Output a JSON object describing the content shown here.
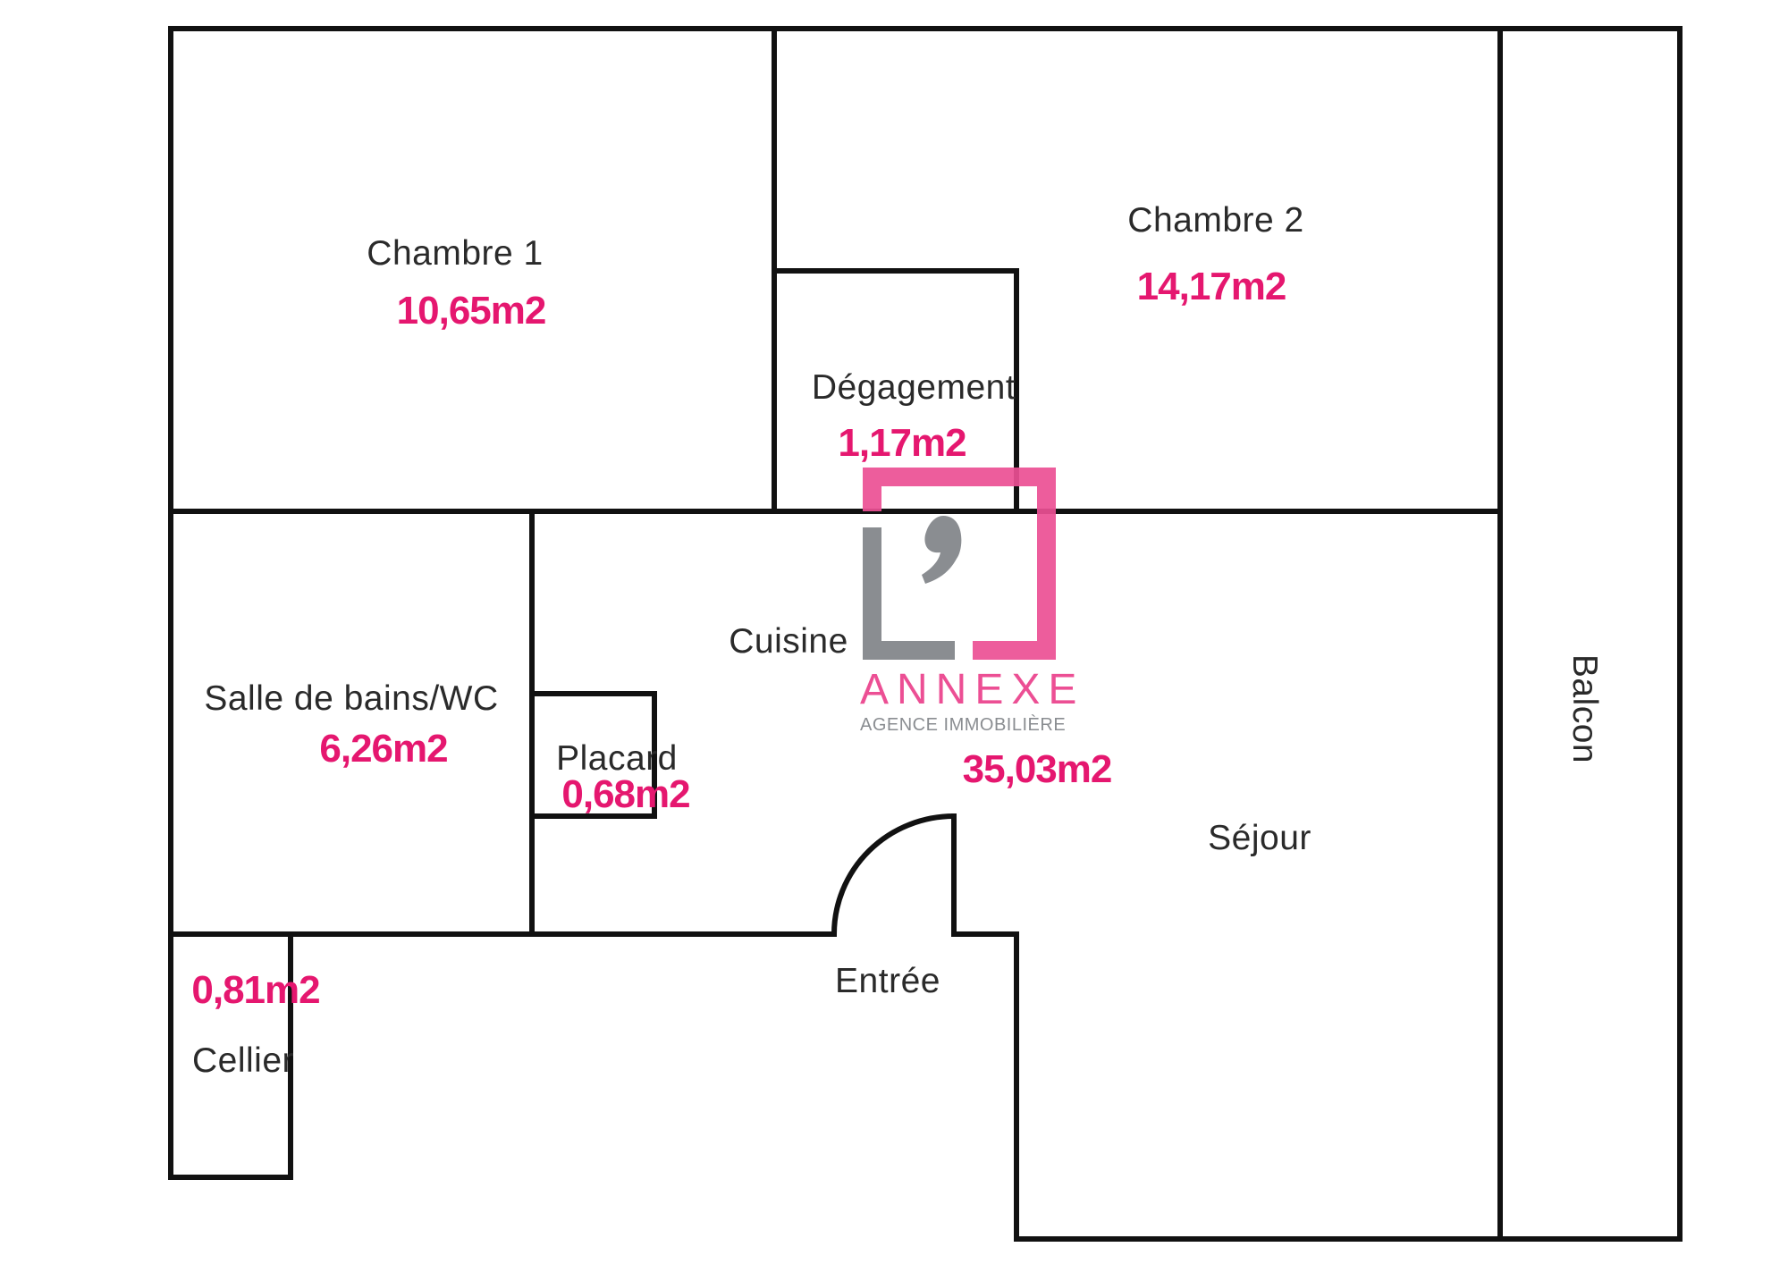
{
  "rooms": [
    {
      "name": "Chambre 1",
      "area": "10,65m2"
    },
    {
      "name": "Chambre 2",
      "area": "14,17m2"
    },
    {
      "name": "Dégagement",
      "area": "1,17m2"
    },
    {
      "name": "Salle de bains/WC",
      "area": "6,26m2"
    },
    {
      "name": "Placard",
      "area": "0,68m2"
    },
    {
      "name": "Cuisine",
      "area": ""
    },
    {
      "name": "Séjour",
      "area": "35,03m2"
    },
    {
      "name": "Entrée",
      "area": ""
    },
    {
      "name": "Cellier",
      "area": "0,81m2"
    },
    {
      "name": "Balcon",
      "area": ""
    }
  ],
  "logo": {
    "mark": "L’",
    "name": "ANNEXE",
    "tagline": "AGENCE IMMOBILIÈRE"
  },
  "colors": {
    "area_text": "#e5176f",
    "logo_pink": "#ec4f94",
    "logo_gray": "#8a8d91",
    "walls": "#111111"
  }
}
